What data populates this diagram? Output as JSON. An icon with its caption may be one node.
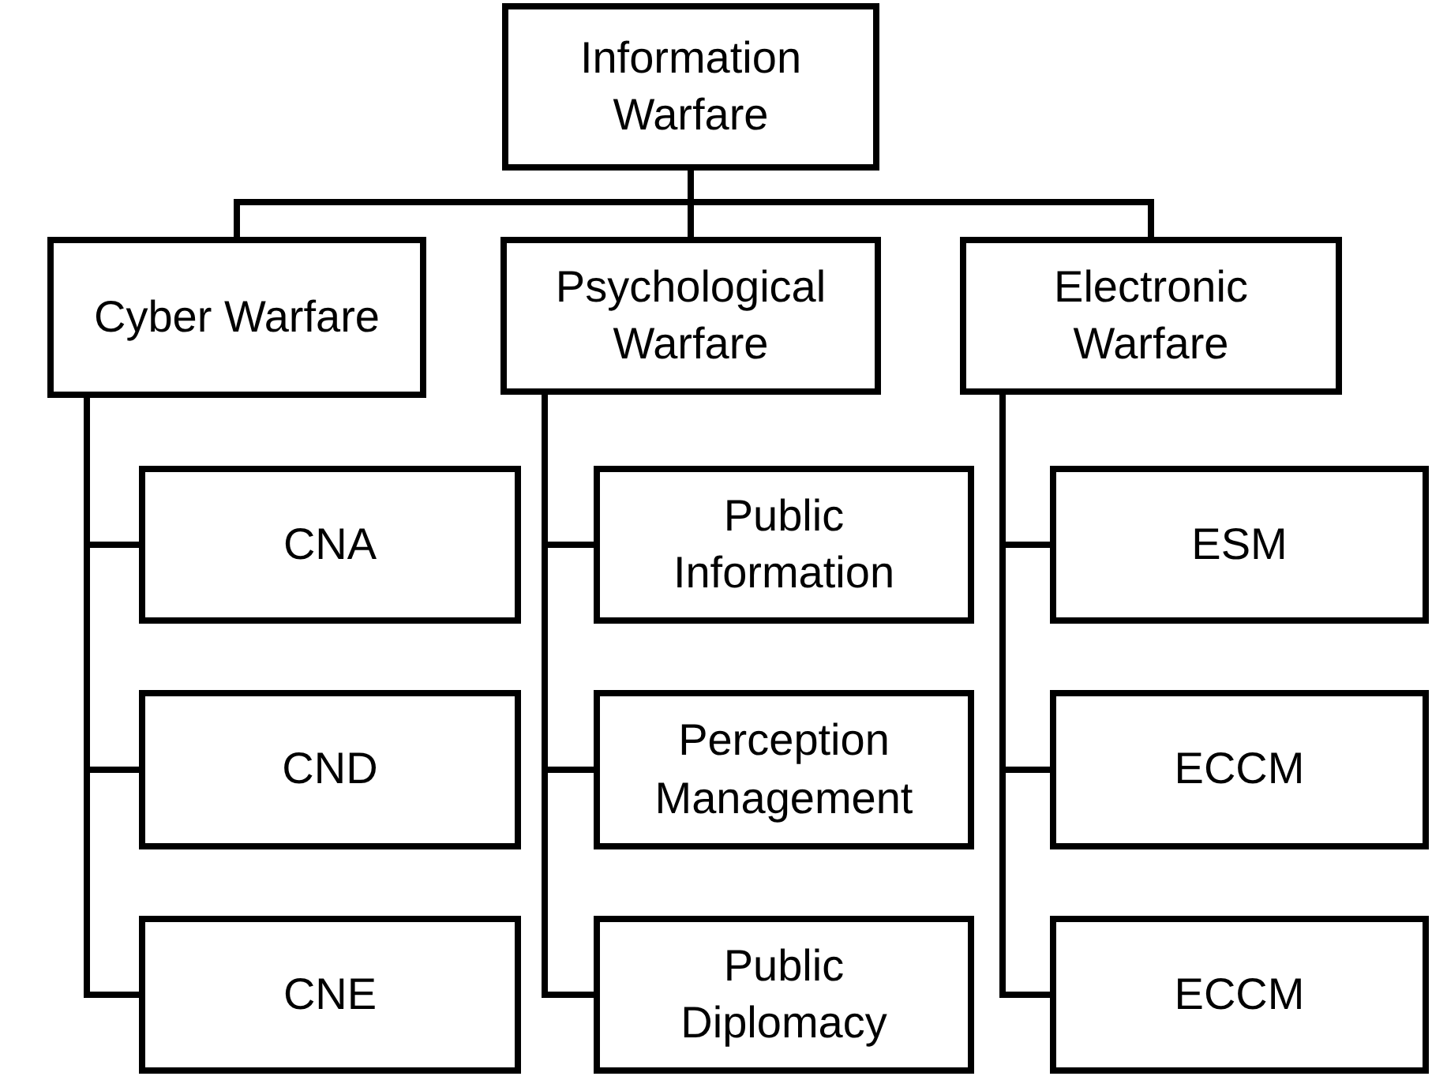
{
  "diagram": {
    "nodes": [
      {
        "text": [
          "Information Warfare"
        ]
      },
      {
        "text": [
          "Cyber Warfare"
        ]
      },
      {
        "text": [
          "Psychological Warfare"
        ]
      },
      {
        "text": [
          "Electronic Warfare"
        ]
      },
      {
        "text": [
          "CNA"
        ]
      },
      {
        "text": [
          "CND"
        ]
      },
      {
        "text": [
          "CNE"
        ]
      },
      {
        "text": [
          "Public Information"
        ]
      },
      {
        "text": [
          "Perception Management"
        ]
      },
      {
        "text": [
          "Public Diplomacy"
        ]
      },
      {
        "text": [
          "ESM"
        ]
      },
      {
        "text": [
          "ECCM"
        ]
      },
      {
        "text": [
          "ECCM"
        ]
      }
    ],
    "edges": [
      {
        "from": 0,
        "to": 1,
        "arrow": "none"
      },
      {
        "from": 0,
        "to": 2,
        "arrow": "none"
      },
      {
        "from": 0,
        "to": 3,
        "arrow": "none"
      },
      {
        "from": 1,
        "to": 4,
        "arrow": "none"
      },
      {
        "from": 1,
        "to": 5,
        "arrow": "none"
      },
      {
        "from": 1,
        "to": 6,
        "arrow": "none"
      },
      {
        "from": 2,
        "to": 7,
        "arrow": "none"
      },
      {
        "from": 2,
        "to": 8,
        "arrow": "none"
      },
      {
        "from": 2,
        "to": 9,
        "arrow": "none"
      },
      {
        "from": 3,
        "to": 10,
        "arrow": "none"
      },
      {
        "from": 3,
        "to": 11,
        "arrow": "none"
      },
      {
        "from": 3,
        "to": 12,
        "arrow": "none"
      }
    ]
  }
}
